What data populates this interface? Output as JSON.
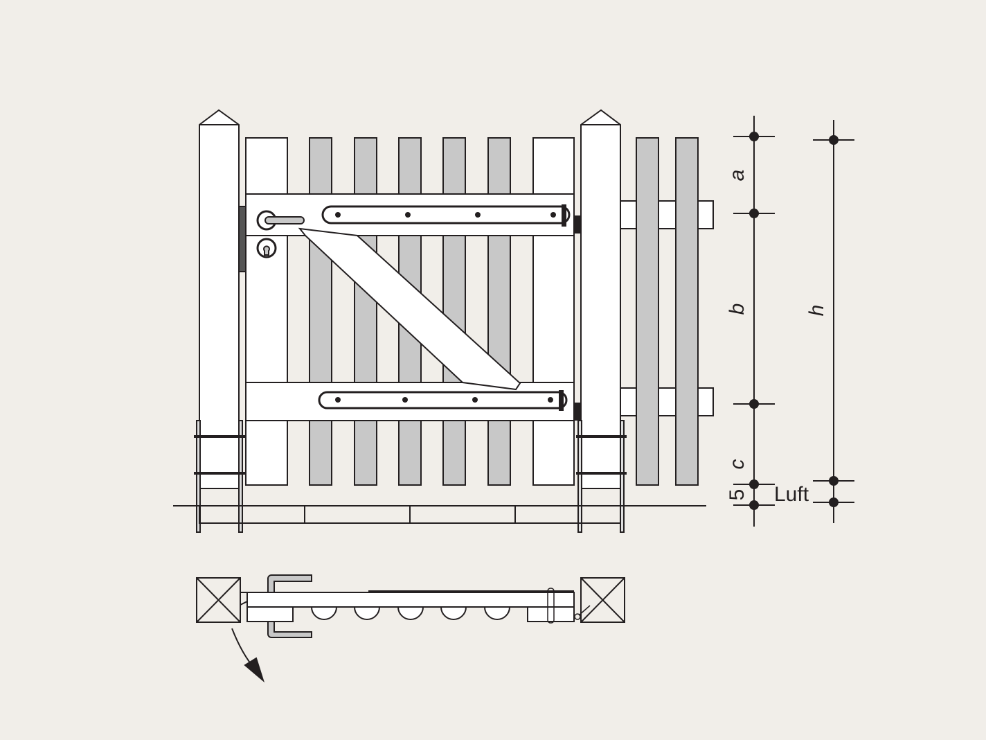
{
  "labels": {
    "a": "a",
    "b": "b",
    "c": "c",
    "five": "5",
    "luft": "Luft",
    "h": "h"
  },
  "colors": {
    "background": "#f1eee9",
    "line": "#231f20",
    "slat": "#c8c8c8",
    "board": "#ffffff"
  }
}
